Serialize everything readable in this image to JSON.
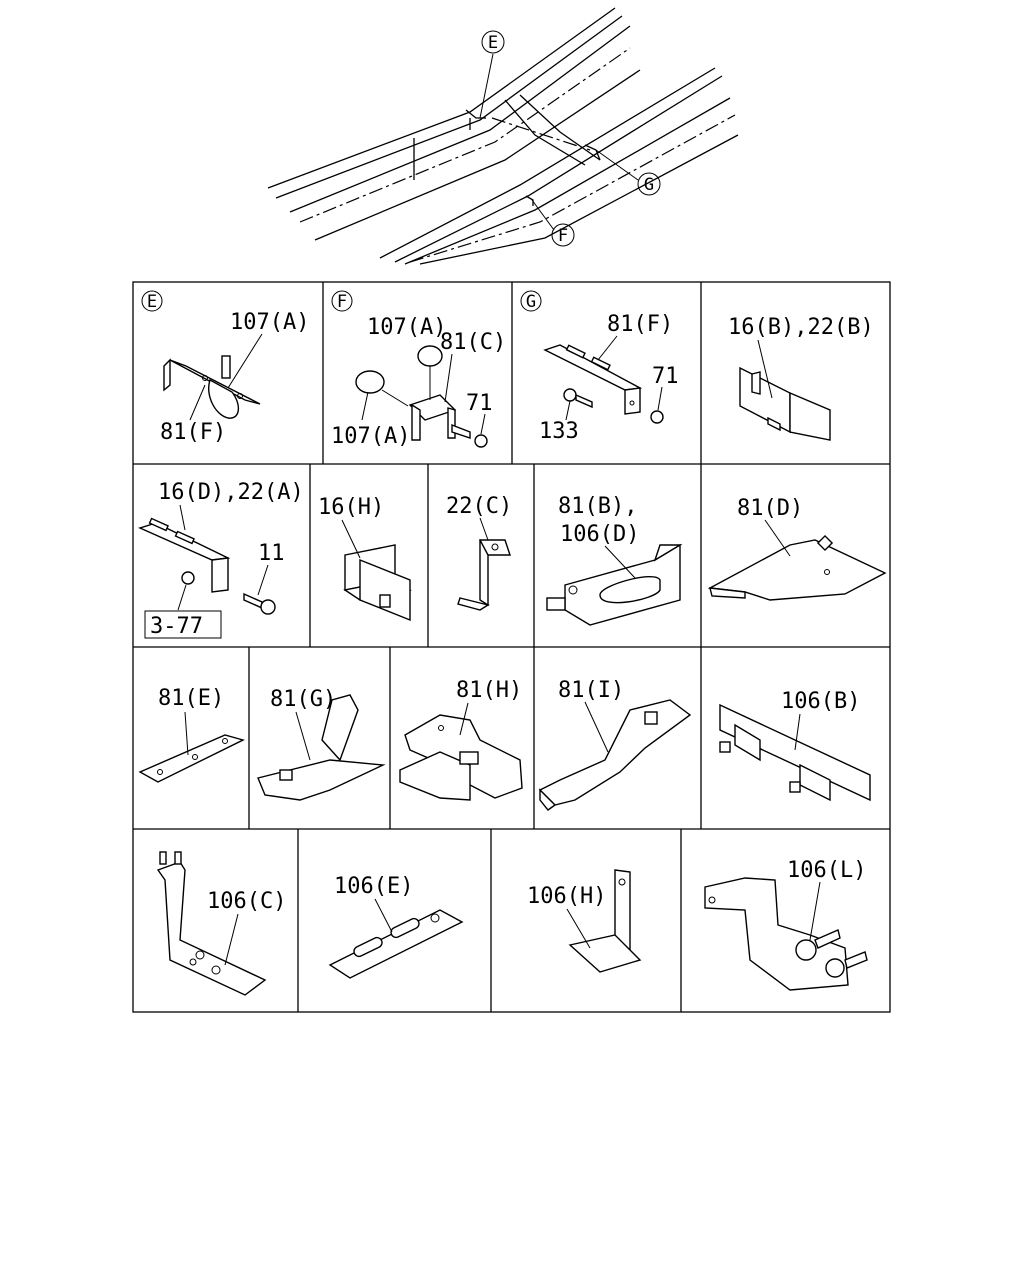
{
  "overview": {
    "callouts": [
      "E",
      "F",
      "G"
    ]
  },
  "cells": [
    {
      "id": "E",
      "letter": "E",
      "labels": [
        "107(A)",
        "81(F)"
      ]
    },
    {
      "id": "F",
      "letter": "F",
      "labels": [
        "107(A)",
        "81(C)",
        "71",
        "107(A)"
      ]
    },
    {
      "id": "G",
      "letter": "G",
      "labels": [
        "81(F)",
        "71",
        "133"
      ]
    },
    {
      "id": "16B",
      "letter": "",
      "labels": [
        "16(B),22(B)"
      ]
    },
    {
      "id": "16D",
      "letter": "",
      "labels": [
        "16(D),22(A)",
        "11",
        "3-77"
      ]
    },
    {
      "id": "16H",
      "letter": "",
      "labels": [
        "16(H)"
      ]
    },
    {
      "id": "22C",
      "letter": "",
      "labels": [
        "22(C)"
      ]
    },
    {
      "id": "81B",
      "letter": "",
      "labels": [
        "81(B),",
        "106(D)"
      ]
    },
    {
      "id": "81D",
      "letter": "",
      "labels": [
        "81(D)"
      ]
    },
    {
      "id": "81E",
      "letter": "",
      "labels": [
        "81(E)"
      ]
    },
    {
      "id": "81G",
      "letter": "",
      "labels": [
        "81(G)"
      ]
    },
    {
      "id": "81H",
      "letter": "",
      "labels": [
        "81(H)"
      ]
    },
    {
      "id": "81I",
      "letter": "",
      "labels": [
        "81(I)"
      ]
    },
    {
      "id": "106B",
      "letter": "",
      "labels": [
        "106(B)"
      ]
    },
    {
      "id": "106C",
      "letter": "",
      "labels": [
        "106(C)"
      ]
    },
    {
      "id": "106E",
      "letter": "",
      "labels": [
        "106(E)"
      ]
    },
    {
      "id": "106H",
      "letter": "",
      "labels": [
        "106(H)"
      ]
    },
    {
      "id": "106L",
      "letter": "",
      "labels": [
        "106(L)"
      ]
    }
  ]
}
